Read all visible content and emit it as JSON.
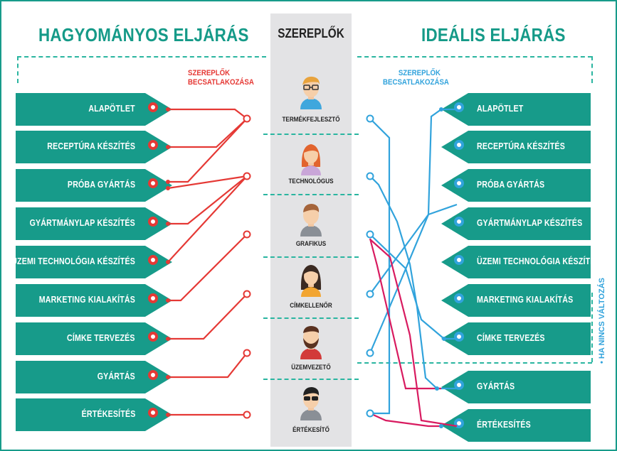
{
  "left_title": "HAGYOMÁNYOS ELJÁRÁS",
  "right_title": "IDEÁLIS ELJÁRÁS",
  "center_title": "SZEREPLŐK",
  "left_subtitle": [
    "SZEREPLŐK",
    "BECSATLAKOZÁSA"
  ],
  "right_subtitle": [
    "SZEREPLŐK",
    "BECSATLAKOZÁSA"
  ],
  "steps": [
    "ALAPÖTLET",
    "RECEPTÚRA KÉSZÍTÉS",
    "PRÓBA GYÁRTÁS",
    "GYÁRTMÁNYLAP KÉSZÍTÉS",
    "ÜZEMI TECHNOLÓGIA KÉSZÍTÉS",
    "MARKETING KIALAKÍTÁS",
    "CÍMKE TERVEZÉS",
    "GYÁRTÁS",
    "ÉRTÉKESÍTÉS"
  ],
  "actors": [
    {
      "label": "TERMÉKFEJLESZTŐ",
      "icon": "product-developer-avatar-icon"
    },
    {
      "label": "TECHNOLÓGUS",
      "icon": "technologist-avatar-icon"
    },
    {
      "label": "GRAFIKUS",
      "icon": "graphic-designer-avatar-icon"
    },
    {
      "label": "CÍMKELLENŐR",
      "icon": "label-checker-avatar-icon"
    },
    {
      "label": "ÜZEMVEZETŐ",
      "icon": "plant-manager-avatar-icon"
    },
    {
      "label": "ÉRTÉKESÍTŐ",
      "icon": "salesperson-avatar-icon"
    }
  ],
  "side_note": "• HA NINCS VÁLTOZÁS",
  "colors": {
    "teal": "#179b8a",
    "red": "#e53935",
    "blue": "#31a3dc",
    "crimson": "#d81b60",
    "panel": "#e3e3e5"
  }
}
